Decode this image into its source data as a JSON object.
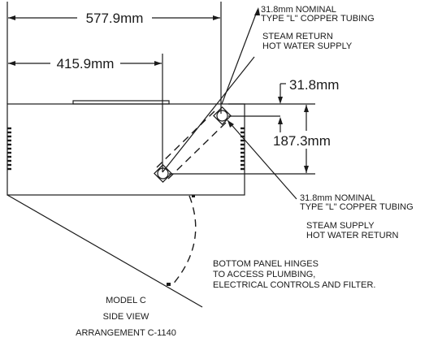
{
  "dimensions": {
    "overall_width": "577.9mm",
    "pipe_offset": "415.9mm",
    "pipe_diameter": "31.8mm",
    "vertical_spacing": "187.3mm"
  },
  "callout_top": {
    "lines": [
      "31.8mm NOMINAL",
      "TYPE \"L\" COPPER TUBING"
    ],
    "service_lines": [
      "STEAM RETURN",
      "HOT WATER SUPPLY"
    ]
  },
  "callout_bottom": {
    "lines": [
      "31.8mm NOMINAL",
      "TYPE \"L\" COPPER TUBING"
    ],
    "service_lines": [
      "STEAM SUPPLY",
      "HOT WATER RETURN"
    ]
  },
  "hinge_note": [
    "BOTTOM PANEL HINGES",
    "TO ACCESS PLUMBING,",
    "ELECTRICAL CONTROLS AND FILTER."
  ],
  "caption": [
    "MODEL C",
    "SIDE VIEW",
    "ARRANGEMENT C-1140"
  ]
}
